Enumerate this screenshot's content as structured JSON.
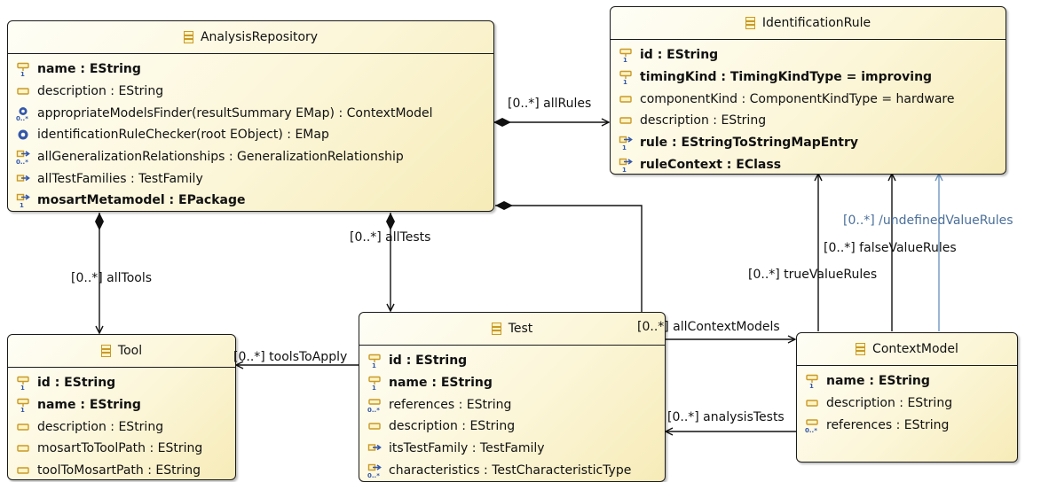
{
  "classes": {
    "analysis_repository": {
      "name": "AnalysisRepository",
      "features": [
        {
          "text": "name : EString",
          "bold": true,
          "kind": "id-attr"
        },
        {
          "text": "description : EString",
          "bold": false,
          "kind": "attr"
        },
        {
          "text": "appropriateModelsFinder(resultSummary EMap) : ContextModel",
          "bold": false,
          "kind": "op-many"
        },
        {
          "text": "identificationRuleChecker(root EObject) : EMap",
          "bold": false,
          "kind": "op"
        },
        {
          "text": "allGeneralizationRelationships : GeneralizationRelationship",
          "bold": false,
          "kind": "ref-many"
        },
        {
          "text": "allTestFamilies : TestFamily",
          "bold": false,
          "kind": "ref"
        },
        {
          "text": "mosartMetamodel : EPackage",
          "bold": true,
          "kind": "ref-req"
        }
      ]
    },
    "identification_rule": {
      "name": "IdentificationRule",
      "features": [
        {
          "text": "id : EString",
          "bold": true,
          "kind": "id-attr"
        },
        {
          "text": "timingKind : TimingKindType = improving",
          "bold": true,
          "kind": "id-attr"
        },
        {
          "text": "componentKind : ComponentKindType = hardware",
          "bold": false,
          "kind": "attr"
        },
        {
          "text": "description : EString",
          "bold": false,
          "kind": "attr"
        },
        {
          "text": "rule : EStringToStringMapEntry",
          "bold": true,
          "kind": "ref-req"
        },
        {
          "text": "ruleContext : EClass",
          "bold": true,
          "kind": "ref-req"
        }
      ]
    },
    "tool": {
      "name": "Tool",
      "features": [
        {
          "text": "id : EString",
          "bold": true,
          "kind": "id-attr"
        },
        {
          "text": "name : EString",
          "bold": true,
          "kind": "id-attr"
        },
        {
          "text": "description : EString",
          "bold": false,
          "kind": "attr"
        },
        {
          "text": "mosartToToolPath : EString",
          "bold": false,
          "kind": "attr"
        },
        {
          "text": "toolToMosartPath : EString",
          "bold": false,
          "kind": "attr"
        }
      ]
    },
    "test": {
      "name": "Test",
      "features": [
        {
          "text": "id : EString",
          "bold": true,
          "kind": "id-attr"
        },
        {
          "text": "name : EString",
          "bold": true,
          "kind": "id-attr"
        },
        {
          "text": "references : EString",
          "bold": false,
          "kind": "attr-many"
        },
        {
          "text": "description : EString",
          "bold": false,
          "kind": "attr"
        },
        {
          "text": "itsTestFamily : TestFamily",
          "bold": false,
          "kind": "ref"
        },
        {
          "text": "characteristics : TestCharacteristicType",
          "bold": false,
          "kind": "ref-many"
        }
      ]
    },
    "context_model": {
      "name": "ContextModel",
      "features": [
        {
          "text": "name : EString",
          "bold": true,
          "kind": "id-attr"
        },
        {
          "text": "description : EString",
          "bold": false,
          "kind": "attr"
        },
        {
          "text": "references : EString",
          "bold": false,
          "kind": "attr-many"
        }
      ]
    }
  },
  "labels": {
    "all_rules": "[0..*] allRules",
    "all_tests": "[0..*] allTests",
    "all_tools": "[0..*] allTools",
    "tools_to_apply": "[0..*] toolsToApply",
    "all_context_models": "[0..*] allContextModels",
    "analysis_tests": "[0..*] analysisTests",
    "true_value_rules": "[0..*] trueValueRules",
    "false_value_rules": "[0..*] falseValueRules",
    "undefined_value_rules": "[0..*] /undefinedValueRules"
  },
  "colors": {
    "class_fill": "#fcf6d8",
    "derived_edge": "#6f97c0",
    "icon_gold": "#c89a28",
    "icon_blue": "#3457a8"
  }
}
